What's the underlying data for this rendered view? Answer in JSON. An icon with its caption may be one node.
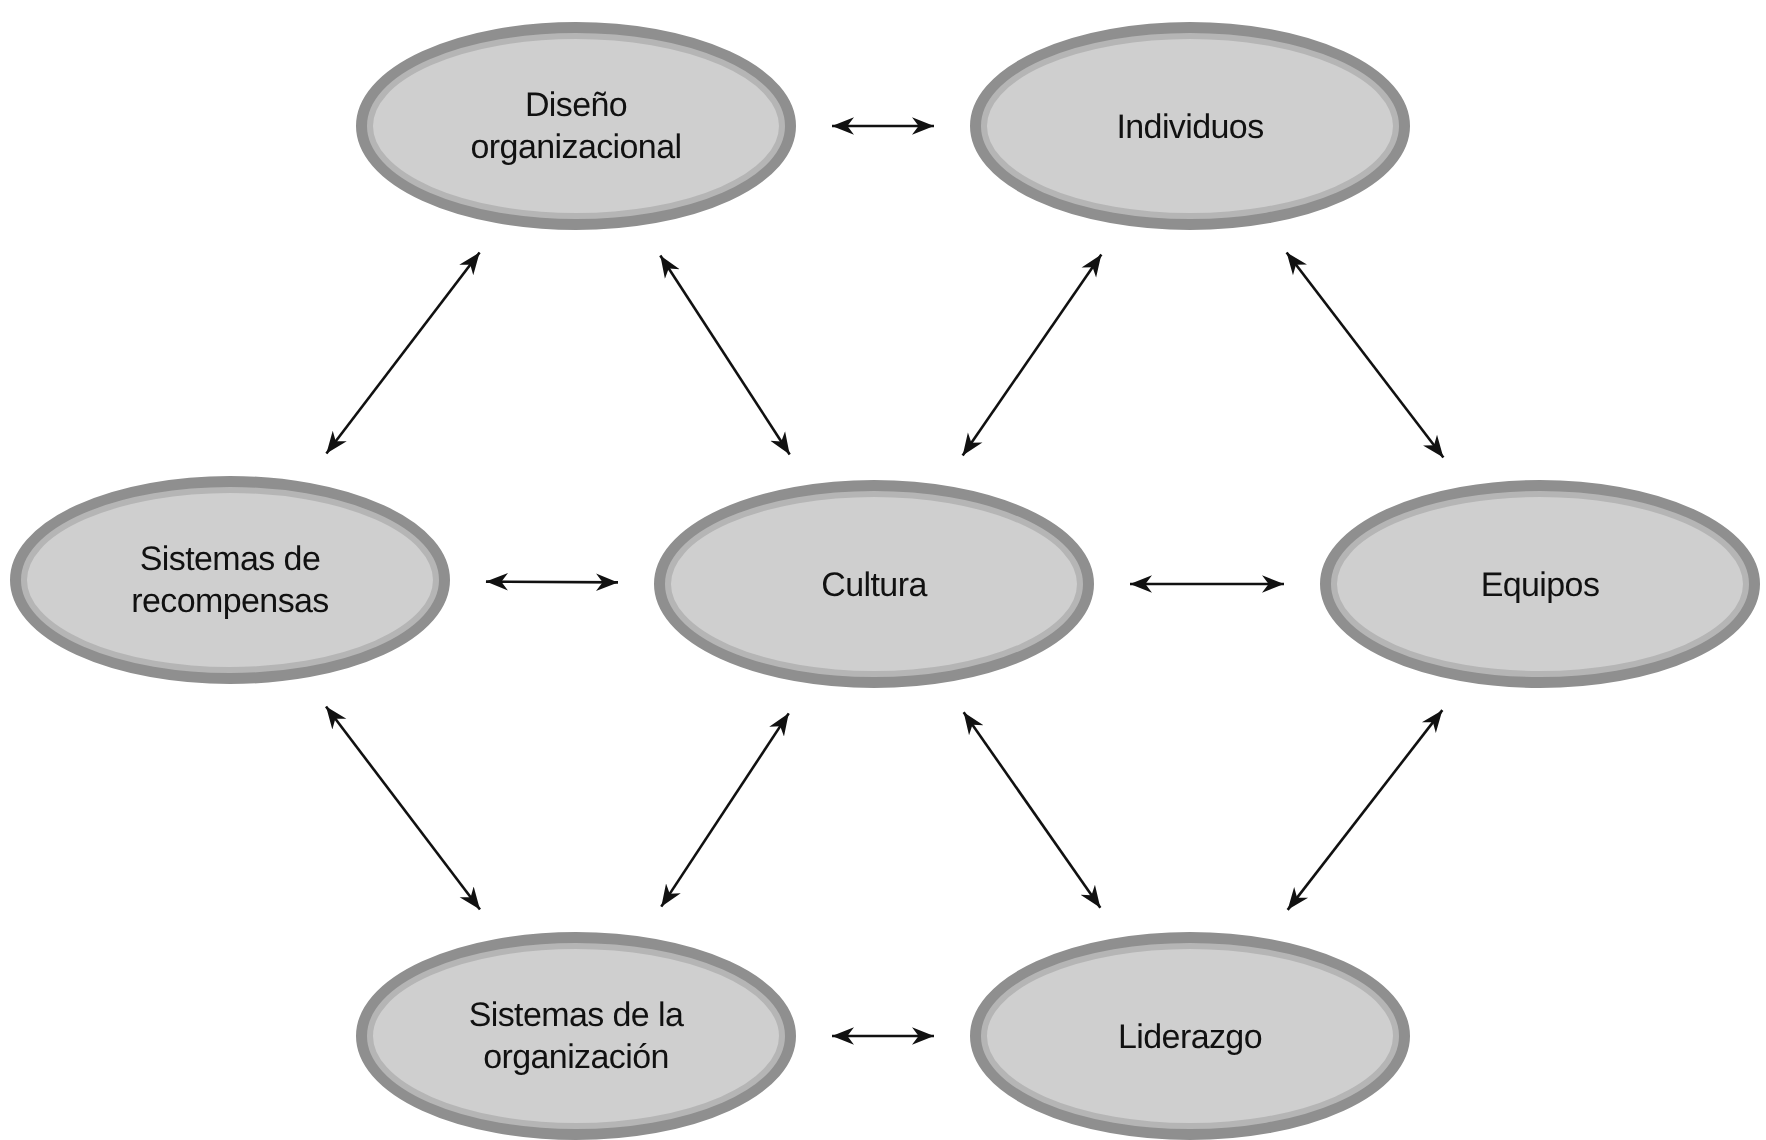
{
  "diagram": {
    "nodes": [
      {
        "text": [
          "Diseño organizacional"
        ]
      },
      {
        "text": [
          "Individuos"
        ]
      },
      {
        "text": [
          "Sistemas de recompensas"
        ]
      },
      {
        "text": [
          "Cultura"
        ]
      },
      {
        "text": [
          "Equipos"
        ]
      },
      {
        "text": [
          "Sistemas de la organización"
        ]
      },
      {
        "text": [
          "Liderazgo"
        ]
      }
    ],
    "edges": [
      {
        "from": 0,
        "to": 1,
        "arrow": "both"
      },
      {
        "from": 0,
        "to": 2,
        "arrow": "both"
      },
      {
        "from": 0,
        "to": 3,
        "arrow": "both"
      },
      {
        "from": 1,
        "to": 3,
        "arrow": "both"
      },
      {
        "from": 1,
        "to": 4,
        "arrow": "both"
      },
      {
        "from": 2,
        "to": 3,
        "arrow": "both"
      },
      {
        "from": 3,
        "to": 4,
        "arrow": "both"
      },
      {
        "from": 2,
        "to": 5,
        "arrow": "both"
      },
      {
        "from": 3,
        "to": 5,
        "arrow": "both"
      },
      {
        "from": 3,
        "to": 6,
        "arrow": "both"
      },
      {
        "from": 4,
        "to": 6,
        "arrow": "both"
      },
      {
        "from": 5,
        "to": 6,
        "arrow": "both"
      }
    ]
  }
}
